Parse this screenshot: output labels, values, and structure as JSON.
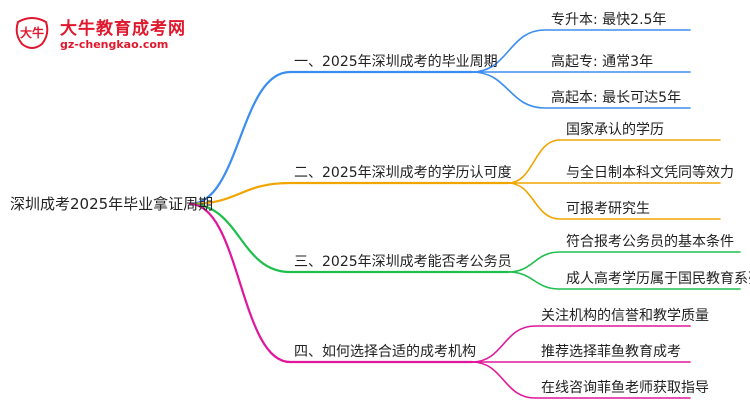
{
  "logo": {
    "title": "大牛教育成考网",
    "url": "gz-chengkao.com",
    "mark_glyph": "大牛"
  },
  "mindmap": {
    "root": "深圳成考2025年毕业拿证周期",
    "branches": [
      {
        "label": "一、2025年深圳成考的毕业周期",
        "color": "#3b8ef0",
        "children": [
          "专升本: 最快2.5年",
          "高起专: 通常3年",
          "高起本: 最长可达5年"
        ]
      },
      {
        "label": "二、2025年深圳成考的学历认可度",
        "color": "#f0a500",
        "children": [
          "国家承认的学历",
          "与全日制本科文凭同等效力",
          "可报考研究生"
        ]
      },
      {
        "label": "三、2025年深圳成考能否考公务员",
        "color": "#1fbf4e",
        "children": [
          "符合报考公务员的基本条件",
          "成人高考学历属于国民教育系列"
        ]
      },
      {
        "label": "四、如何选择合适的成考机构",
        "color": "#e0179a",
        "children": [
          "关注机构的信誉和教学质量",
          "推荐选择菲鱼教育成考",
          "在线咨询菲鱼老师获取指导"
        ]
      }
    ]
  }
}
